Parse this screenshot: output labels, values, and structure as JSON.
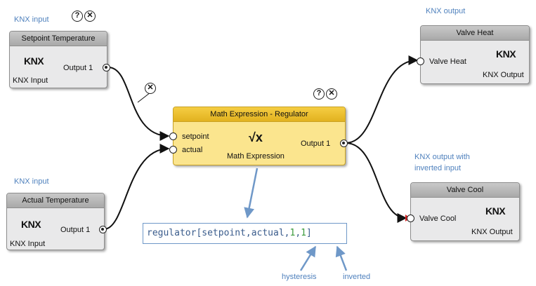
{
  "captions": {
    "knx_input_top": "KNX input",
    "knx_input_bottom": "KNX input",
    "knx_output_top": "KNX output",
    "knx_output_inverted_line1": "KNX output with",
    "knx_output_inverted_line2": "inverted input",
    "hysteresis": "hysteresis",
    "inverted": "inverted"
  },
  "nodes": {
    "setpoint": {
      "title": "Setpoint Temperature",
      "logo": "KNX",
      "port": "Output 1",
      "type": "KNX Input"
    },
    "actual": {
      "title": "Actual Temperature",
      "logo": "KNX",
      "port": "Output 1",
      "type": "KNX Input"
    },
    "math": {
      "title": "Math Expression - Regulator",
      "input1": "setpoint",
      "input2": "actual",
      "symbol": "√x",
      "type": "Math Expression",
      "port": "Output 1"
    },
    "valve_heat": {
      "title": "Valve Heat",
      "port": "Valve Heat",
      "logo": "KNX",
      "type": "KNX Output"
    },
    "valve_cool": {
      "title": "Valve Cool",
      "port": "Valve Cool",
      "logo": "KNX",
      "type": "KNX Output"
    }
  },
  "controls": {
    "help": "?",
    "close": "✕"
  },
  "expression": {
    "prefix": "regulator[setpoint,actual,",
    "arg1": "1",
    "comma": ",",
    "arg2": "1",
    "suffix": "]"
  },
  "colors": {
    "caption": "#4f81bd",
    "math_header": "#f5cd43",
    "node_header": "#b5b5b5",
    "wire": "#111111"
  }
}
